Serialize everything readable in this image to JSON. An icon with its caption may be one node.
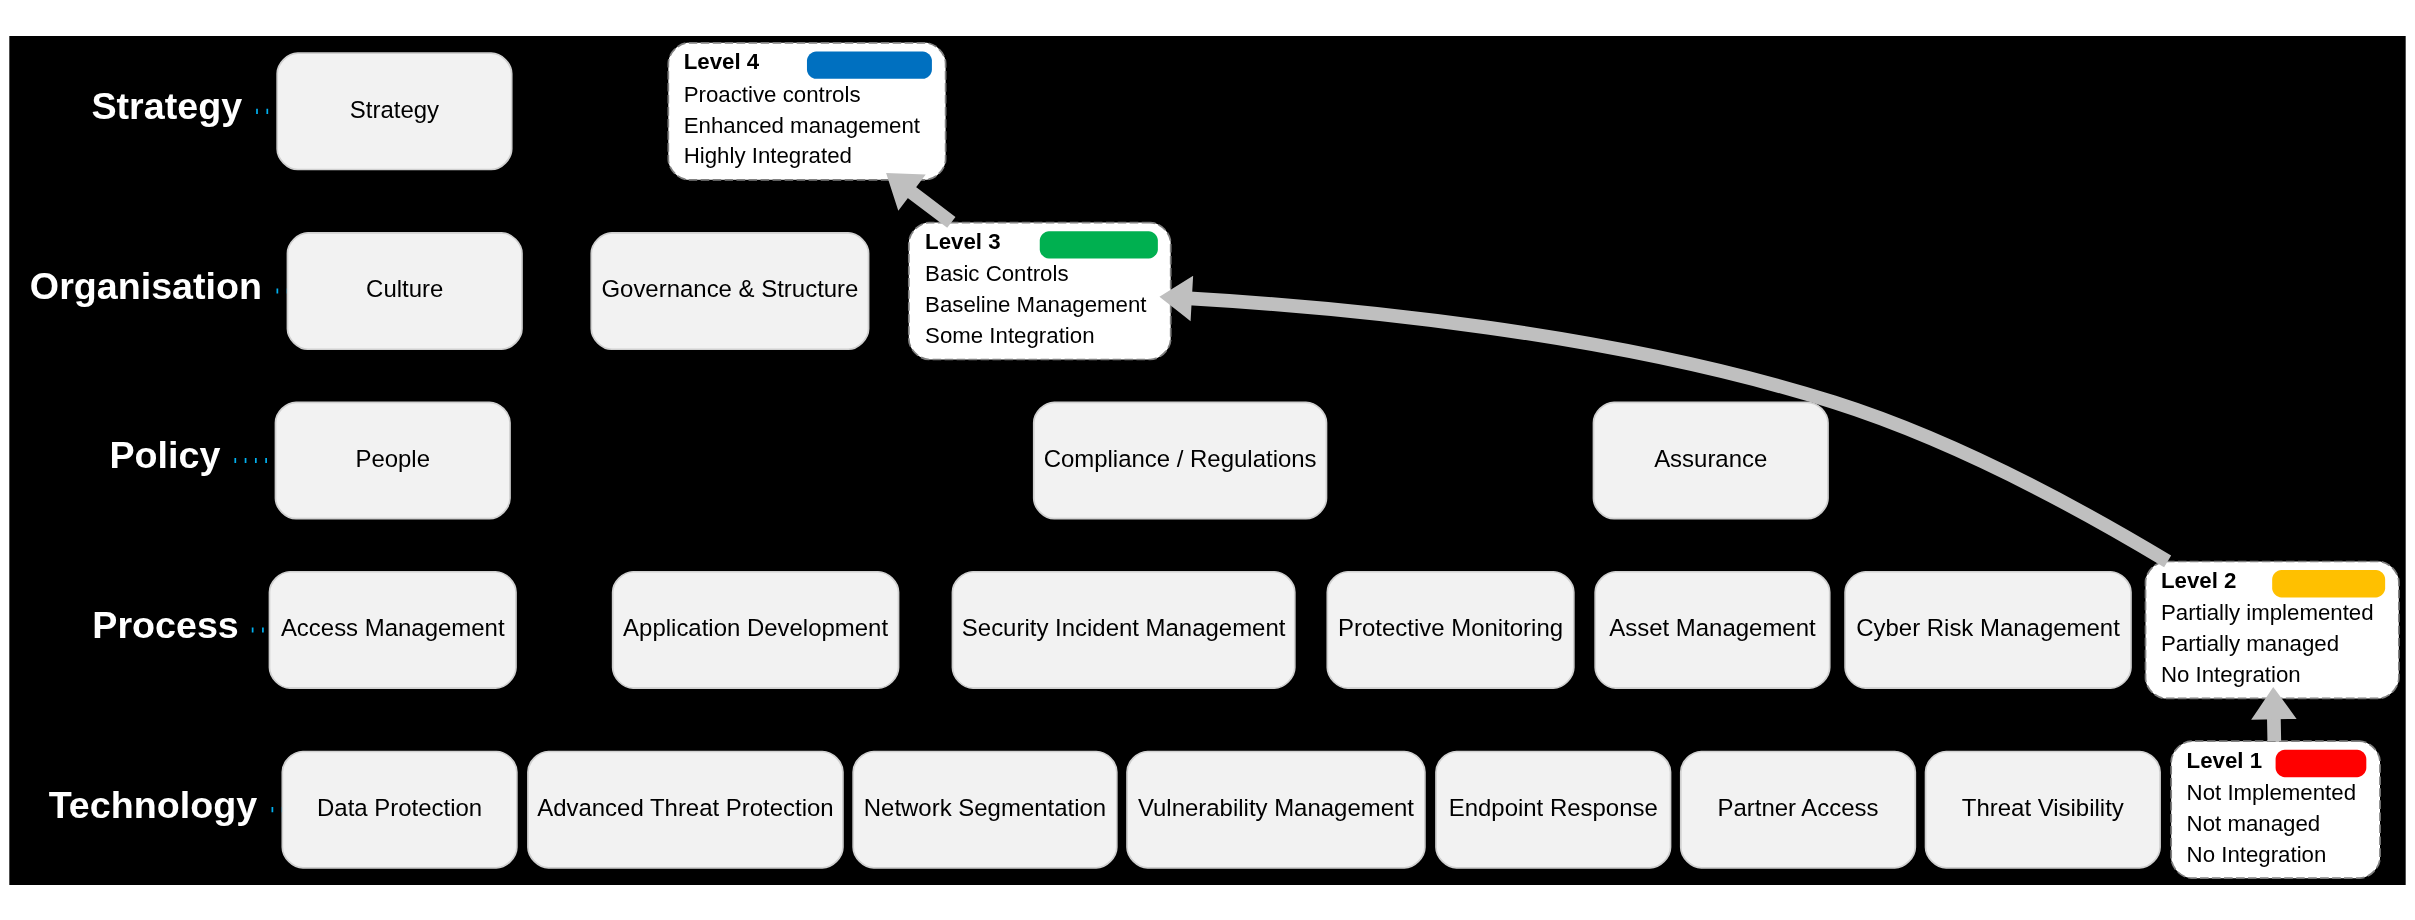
{
  "diagram": {
    "nodes": [
      {
        "text": [
          "Strategy"
        ]
      },
      {
        "text": [
          "Strategy"
        ]
      },
      {
        "text": [
          "Organisation"
        ]
      },
      {
        "text": [
          "Culture"
        ]
      },
      {
        "text": [
          "Governance & Structure"
        ]
      },
      {
        "text": [
          "Policy"
        ]
      },
      {
        "text": [
          "People"
        ]
      },
      {
        "text": [
          "Compliance / Regulations"
        ]
      },
      {
        "text": [
          "Assurance"
        ]
      },
      {
        "text": [
          "Process"
        ]
      },
      {
        "text": [
          "Access Management"
        ]
      },
      {
        "text": [
          "Application Development"
        ]
      },
      {
        "text": [
          "Security Incident Management"
        ]
      },
      {
        "text": [
          "Protective Monitoring"
        ]
      },
      {
        "text": [
          "Asset Management"
        ]
      },
      {
        "text": [
          "Cyber Risk Management"
        ]
      },
      {
        "text": [
          "Technology"
        ]
      },
      {
        "text": [
          "Data Protection"
        ]
      },
      {
        "text": [
          "Advanced Threat Protection"
        ]
      },
      {
        "text": [
          "Network Segmentation"
        ]
      },
      {
        "text": [
          "Vulnerability Management"
        ]
      },
      {
        "text": [
          "Endpoint Response"
        ]
      },
      {
        "text": [
          "Partner Access"
        ]
      },
      {
        "text": [
          "Threat Visibility"
        ]
      },
      {
        "text": [
          "Level 4",
          "Proactive controls",
          "Enhanced management",
          "Highly Integrated"
        ]
      },
      {
        "text": [
          "Level 3",
          "Basic Controls",
          "Baseline Management",
          "Some Integration"
        ]
      },
      {
        "text": [
          "Level 2",
          "Partially implemented",
          "Partially managed",
          "No Integration"
        ]
      },
      {
        "text": [
          "Level 1",
          "Not Implemented",
          "Not managed",
          "No Integration"
        ]
      }
    ],
    "edges": [
      {
        "from": 0,
        "to": 1,
        "arrow": "none",
        "style": "dashed"
      },
      {
        "from": 2,
        "to": 3,
        "arrow": "none",
        "style": "dashed"
      },
      {
        "from": 5,
        "to": 6,
        "arrow": "none",
        "style": "dashed"
      },
      {
        "from": 9,
        "to": 10,
        "arrow": "none",
        "style": "dashed"
      },
      {
        "from": 16,
        "to": 17,
        "arrow": "none",
        "style": "dashed"
      },
      {
        "from": 27,
        "to": 26,
        "arrow": "to",
        "style": "thick",
        "color": "#bfbfbf"
      },
      {
        "from": 26,
        "to": 25,
        "arrow": "to",
        "style": "thick",
        "color": "#bfbfbf"
      },
      {
        "from": 25,
        "to": 24,
        "arrow": "to",
        "style": "thick",
        "color": "#bfbfbf"
      }
    ]
  }
}
